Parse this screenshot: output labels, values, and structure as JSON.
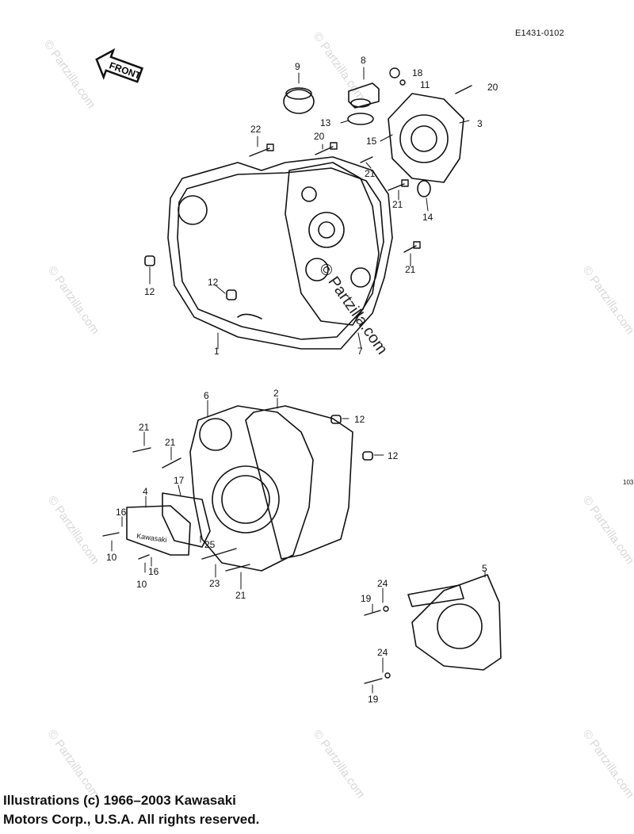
{
  "diagram_code": "E1431-0102",
  "edge_mark": "103",
  "front_label": "FRONT",
  "watermark_text": "© Partzilla.com",
  "copyright": {
    "line1": "Illustrations (c) 1966–2003 Kawasaki",
    "line2": "Motors Corp., U.S.A.  All rights reserved."
  },
  "logo_text": "Kawasaki",
  "callouts": [
    {
      "id": "c9",
      "text": "9"
    },
    {
      "id": "c8",
      "text": "8"
    },
    {
      "id": "c18",
      "text": "18"
    },
    {
      "id": "c11",
      "text": "11"
    },
    {
      "id": "c20a",
      "text": "20"
    },
    {
      "id": "c3",
      "text": "3"
    },
    {
      "id": "c13",
      "text": "13"
    },
    {
      "id": "c15",
      "text": "15"
    },
    {
      "id": "c22",
      "text": "22"
    },
    {
      "id": "c20b",
      "text": "20"
    },
    {
      "id": "c21a",
      "text": "21"
    },
    {
      "id": "c21b",
      "text": "21"
    },
    {
      "id": "c14",
      "text": "14"
    },
    {
      "id": "c21c",
      "text": "21"
    },
    {
      "id": "c12a",
      "text": "12"
    },
    {
      "id": "c12b",
      "text": "12"
    },
    {
      "id": "c1",
      "text": "1"
    },
    {
      "id": "c7",
      "text": "7"
    },
    {
      "id": "c6",
      "text": "6"
    },
    {
      "id": "c2",
      "text": "2"
    },
    {
      "id": "c12c",
      "text": "12"
    },
    {
      "id": "c12d",
      "text": "12"
    },
    {
      "id": "c21d",
      "text": "21"
    },
    {
      "id": "c21e",
      "text": "21"
    },
    {
      "id": "c4",
      "text": "4"
    },
    {
      "id": "c17",
      "text": "17"
    },
    {
      "id": "c16a",
      "text": "16"
    },
    {
      "id": "c10a",
      "text": "10"
    },
    {
      "id": "c25",
      "text": "25"
    },
    {
      "id": "c10b",
      "text": "10"
    },
    {
      "id": "c16b",
      "text": "16"
    },
    {
      "id": "c23",
      "text": "23"
    },
    {
      "id": "c21f",
      "text": "21"
    },
    {
      "id": "c5",
      "text": "5"
    },
    {
      "id": "c24a",
      "text": "24"
    },
    {
      "id": "c19a",
      "text": "19"
    },
    {
      "id": "c24b",
      "text": "24"
    },
    {
      "id": "c19b",
      "text": "19"
    }
  ]
}
